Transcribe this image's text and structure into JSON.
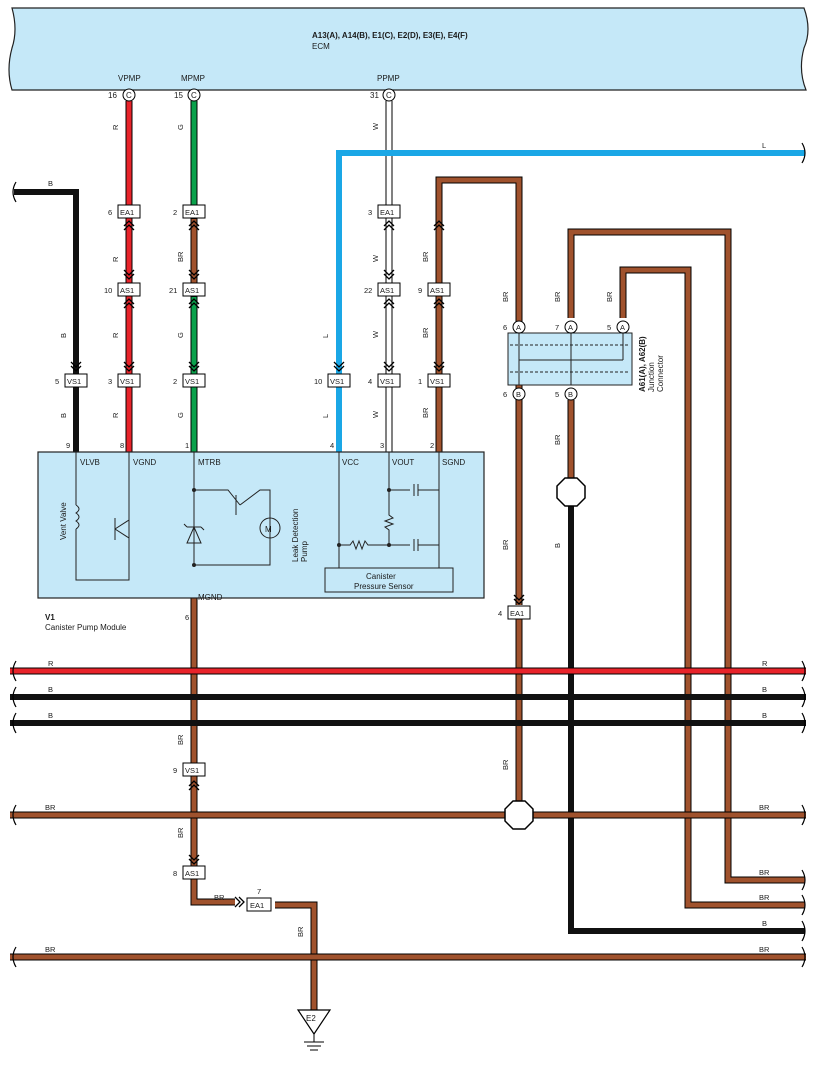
{
  "ecm": {
    "title": "A13(A), A14(B), E1(C), E2(D), E3(E), E4(F)",
    "name": "ECM",
    "pins": [
      {
        "label": "VPMP",
        "num": "16",
        "conn": "C"
      },
      {
        "label": "MPMP",
        "num": "15",
        "conn": "C"
      },
      {
        "label": "PPMP",
        "num": "31",
        "conn": "C"
      }
    ]
  },
  "colors": {
    "R": "#e8232a",
    "G": "#0aa14b",
    "BR": "#a0522d",
    "B": "#111111",
    "L": "#1aa7e6",
    "W": "#ffffff",
    "module_fill": "#c5e8f8"
  },
  "wire_codes": {
    "r": "R",
    "g": "G",
    "br": "BR",
    "b": "B",
    "l": "L",
    "w": "W"
  },
  "connectors": {
    "ea1": "EA1",
    "as1": "AS1",
    "vs1": "VS1"
  },
  "pin_numbers": {
    "ea1_6": "6",
    "ea1_2": "2",
    "ea1_3": "3",
    "ea1_4": "4",
    "ea1_7": "7",
    "as1_10": "10",
    "as1_21": "21",
    "as1_22": "22",
    "as1_9": "9",
    "as1_8": "8",
    "vs1_5": "5",
    "vs1_3": "3",
    "vs1_2": "2",
    "vs1_10": "10",
    "vs1_4": "4",
    "vs1_1": "1",
    "vs1_9": "9",
    "mod_9": "9",
    "mod_8": "8",
    "mod_1": "1",
    "mod_4": "4",
    "mod_3": "3",
    "mod_2": "2",
    "mod_6": "6",
    "jc_6": "6",
    "jc_7": "7",
    "jc_5": "5",
    "jc_6b": "6",
    "jc_5b": "5"
  },
  "module": {
    "id": "V1",
    "name": "Canister Pump Module",
    "terminals": [
      "VLVB",
      "VGND",
      "MTRB",
      "VCC",
      "VOUT",
      "SGND",
      "MGND"
    ],
    "vent_valve": "Vent Valve",
    "leak_pump_1": "Leak Detection",
    "leak_pump_2": "Pump",
    "motor": "M",
    "sensor_1": "Canister",
    "sensor_2": "Pressure Sensor"
  },
  "junction": {
    "title": "A61(A), A62(B)",
    "label_1": "Junction",
    "label_2": "Connector",
    "conn_a": "A",
    "conn_b": "B"
  },
  "ground": {
    "label": "E2"
  }
}
